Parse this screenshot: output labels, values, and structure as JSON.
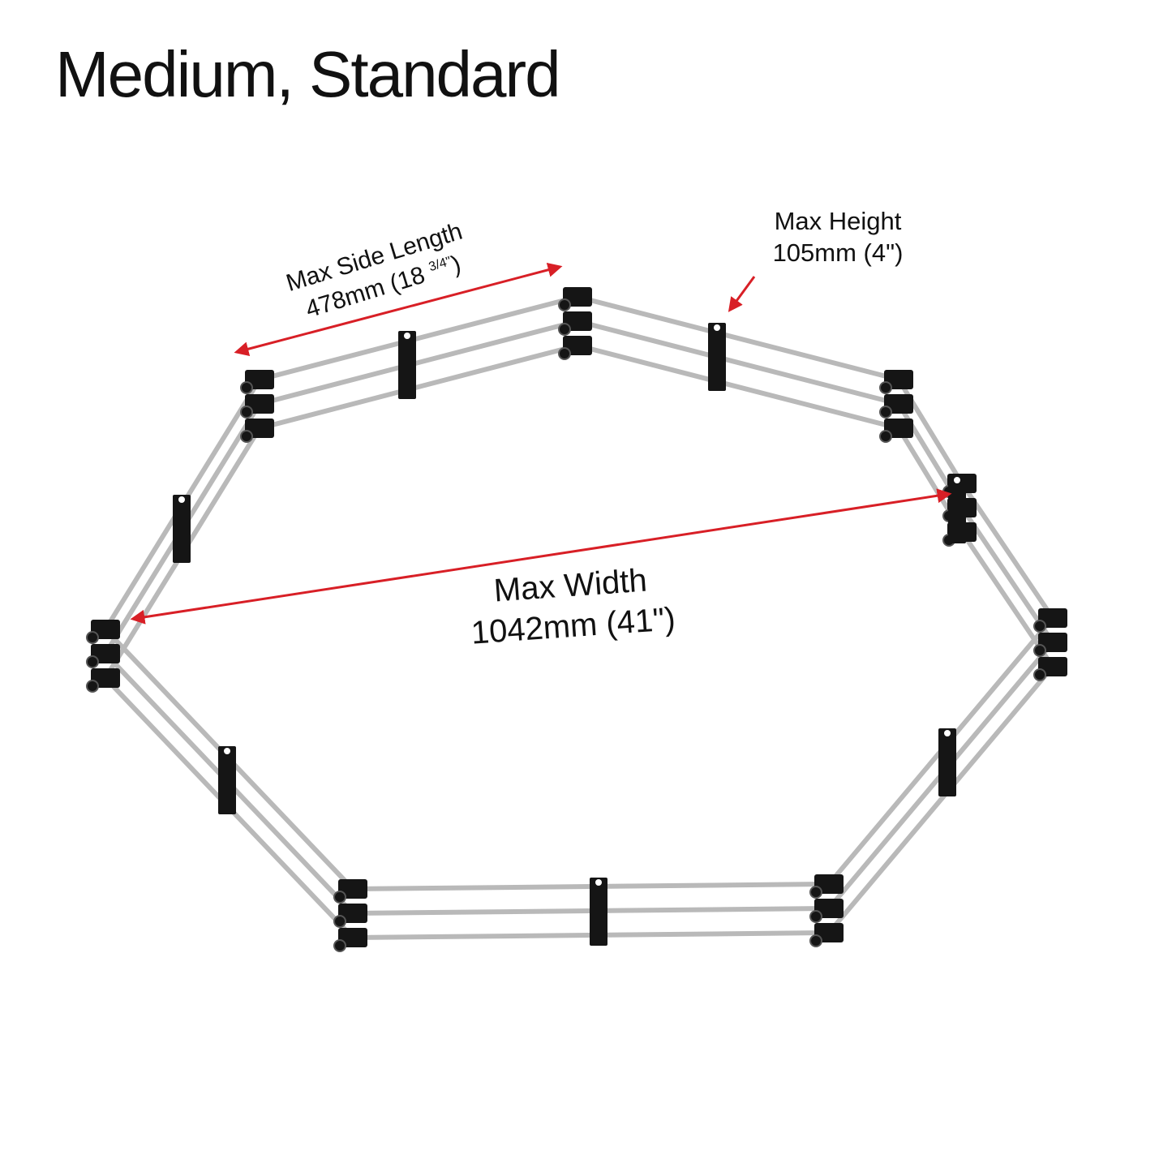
{
  "title": "Medium, Standard",
  "annotations": {
    "side_length": {
      "label": "Max Side Length",
      "value_main": "478mm (18 ",
      "value_frac": "3/4\"",
      "value_end": ")"
    },
    "height": {
      "label": "Max Height",
      "value": "105mm (4\")"
    },
    "width": {
      "label": "Max Width",
      "value": "1042mm (41\")"
    }
  },
  "colors": {
    "rail": "#b9b9b9",
    "connector": "#151515",
    "arrow": "#d81f26",
    "text": "#111111"
  }
}
